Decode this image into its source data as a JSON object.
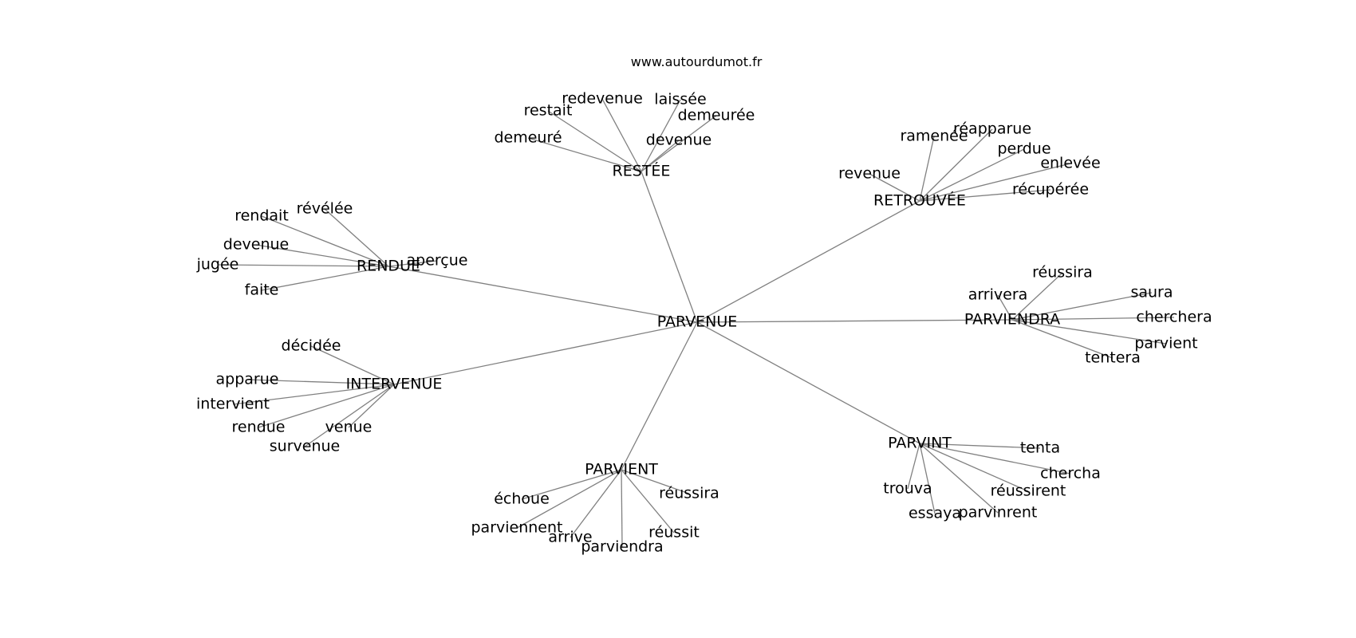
{
  "source": "www.autourdumot.fr",
  "colors": {
    "edge": "#808080",
    "text": "#000000",
    "background": "#ffffff"
  },
  "center": "PARVENUE",
  "hubs": [
    {
      "label": "RESTÉE",
      "leaves": [
        "redevenue",
        "restait",
        "laissée",
        "demeurée",
        "demeuré",
        "devenue"
      ]
    },
    {
      "label": "RETROUVÉE",
      "leaves": [
        "ramenée",
        "réapparue",
        "perdue",
        "enlevée",
        "revenue",
        "récupérée"
      ]
    },
    {
      "label": "RENDUE",
      "leaves": [
        "rendait",
        "révélée",
        "devenue",
        "jugée",
        "aperçue",
        "faite"
      ]
    },
    {
      "label": "PARVIENDRA",
      "leaves": [
        "réussira",
        "arrivera",
        "saura",
        "cherchera",
        "parvient",
        "tentera"
      ]
    },
    {
      "label": "INTERVENUE",
      "leaves": [
        "décidée",
        "apparue",
        "intervient",
        "rendue",
        "venue",
        "survenue"
      ]
    },
    {
      "label": "PARVINT",
      "leaves": [
        "tenta",
        "chercha",
        "trouva",
        "réussirent",
        "essaya",
        "parvinrent"
      ]
    },
    {
      "label": "PARVIENT",
      "leaves": [
        "échoue",
        "réussira",
        "parviennent",
        "arrive",
        "réussit",
        "parviendra"
      ]
    }
  ]
}
